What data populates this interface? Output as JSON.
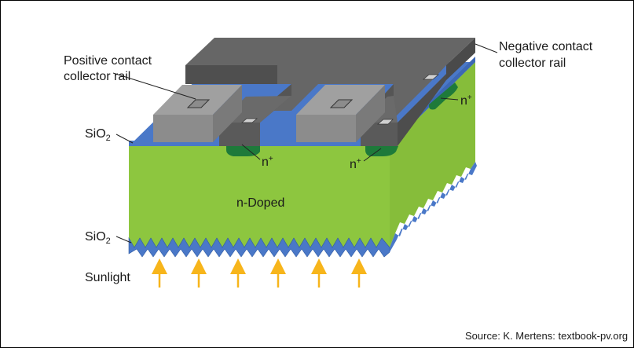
{
  "labels": {
    "positive_contact": [
      "Positive contact",
      "collector rail"
    ],
    "negative_contact": [
      "Negative contact",
      "collector rail"
    ],
    "sio2_top": {
      "base": "SiO",
      "sub": "2"
    },
    "sio2_bottom": {
      "base": "SiO",
      "sub": "2"
    },
    "n_plus": {
      "base": "n",
      "sup": "+"
    },
    "n_doped": "n-Doped",
    "sunlight": "Sunlight",
    "source": "Source: K. Mertens: textbook-pv.org"
  },
  "colors": {
    "silicon": "#8dc63f",
    "silicon_side": "#86bd3a",
    "oxide": "#4a78c8",
    "n_plus": "#1e7a3a",
    "negative_rail": "#5a5a5a",
    "negative_rail_top": "#666666",
    "positive_contact": "#8c8c8c",
    "positive_contact_top": "#a0a0a0",
    "arrow": "#f7b51b"
  }
}
